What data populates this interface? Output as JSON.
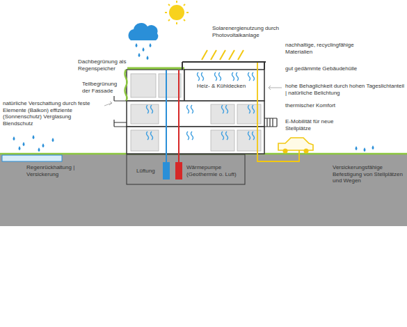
{
  "diagram": {
    "labels": [
      "Solarenergienutzung durch Photovoltaikanlage",
      "nachhaltige, recyclingfähige Materialien",
      "Dachbegrünung als Regenspeicher",
      "gut gedämmte Gebäudehülle",
      "Teilbegrünung der Fassade",
      "Heiz- & Kühldecken",
      "hohe Behaglichkeit durch hohen Tageslichtanteil | natürliche Belichtung",
      "natürliche Verschattung durch feste Elemente (Balkon) effiziente (Sonnenschutz) Verglasung Blendschutz",
      "thermischer Komfort",
      "E-Mobilität für neue Stellplätze",
      "Regenrückhaltung | Versickerung",
      "Lüftung",
      "Wärmepumpe (Geothermie o. Luft)",
      "Versickerungsfähige Befestigung von Stellplätzen und Wegen"
    ]
  }
}
